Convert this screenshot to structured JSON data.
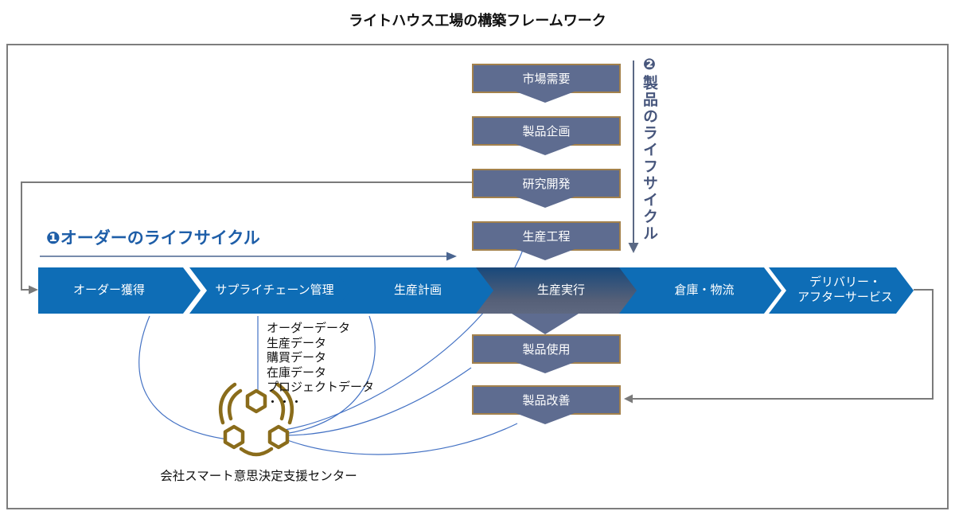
{
  "title": "ライトハウス工場の構築フレームワーク",
  "colors": {
    "chevron_blue": "#0e6db6",
    "exec_gradient_top": "#1c4a7b",
    "exec_gradient_bottom": "#5e6880",
    "box_slate": "#5e6c90",
    "box_border_tan": "#a3814c",
    "order_label_blue": "#1e5ea8",
    "product_label_slate": "#47567c",
    "connector_grey": "#7a7a7a",
    "connector_blue": "#4472c4",
    "icon_brown": "#8a6c1b"
  },
  "product_lifecycle": {
    "number_glyph": "❷",
    "label": "製品のライフサイクル",
    "top_boxes": [
      "市場需要",
      "製品企画",
      "研究開発",
      "生産工程"
    ],
    "bottom_boxes": [
      "製品使用",
      "製品改善"
    ]
  },
  "order_lifecycle": {
    "number_glyph": "❶",
    "label": "オーダーのライフサイクル",
    "stages": [
      {
        "label": "オーダー獲得"
      },
      {
        "label": "サプライチェーン管理"
      },
      {
        "label": "生産計画"
      },
      {
        "label": "生産実行"
      },
      {
        "label": "倉庫・物流"
      },
      {
        "label": "デリバリー・",
        "label2": "アフターサービス"
      }
    ]
  },
  "data_items": [
    "オーダーデータ",
    "生産データ",
    "購買データ",
    "在庫データ",
    "プロジェクトデータ",
    "・・・"
  ],
  "center_hub": {
    "icon": "hexagon-network-icon",
    "label": "会社スマート意思決定支援センター"
  }
}
